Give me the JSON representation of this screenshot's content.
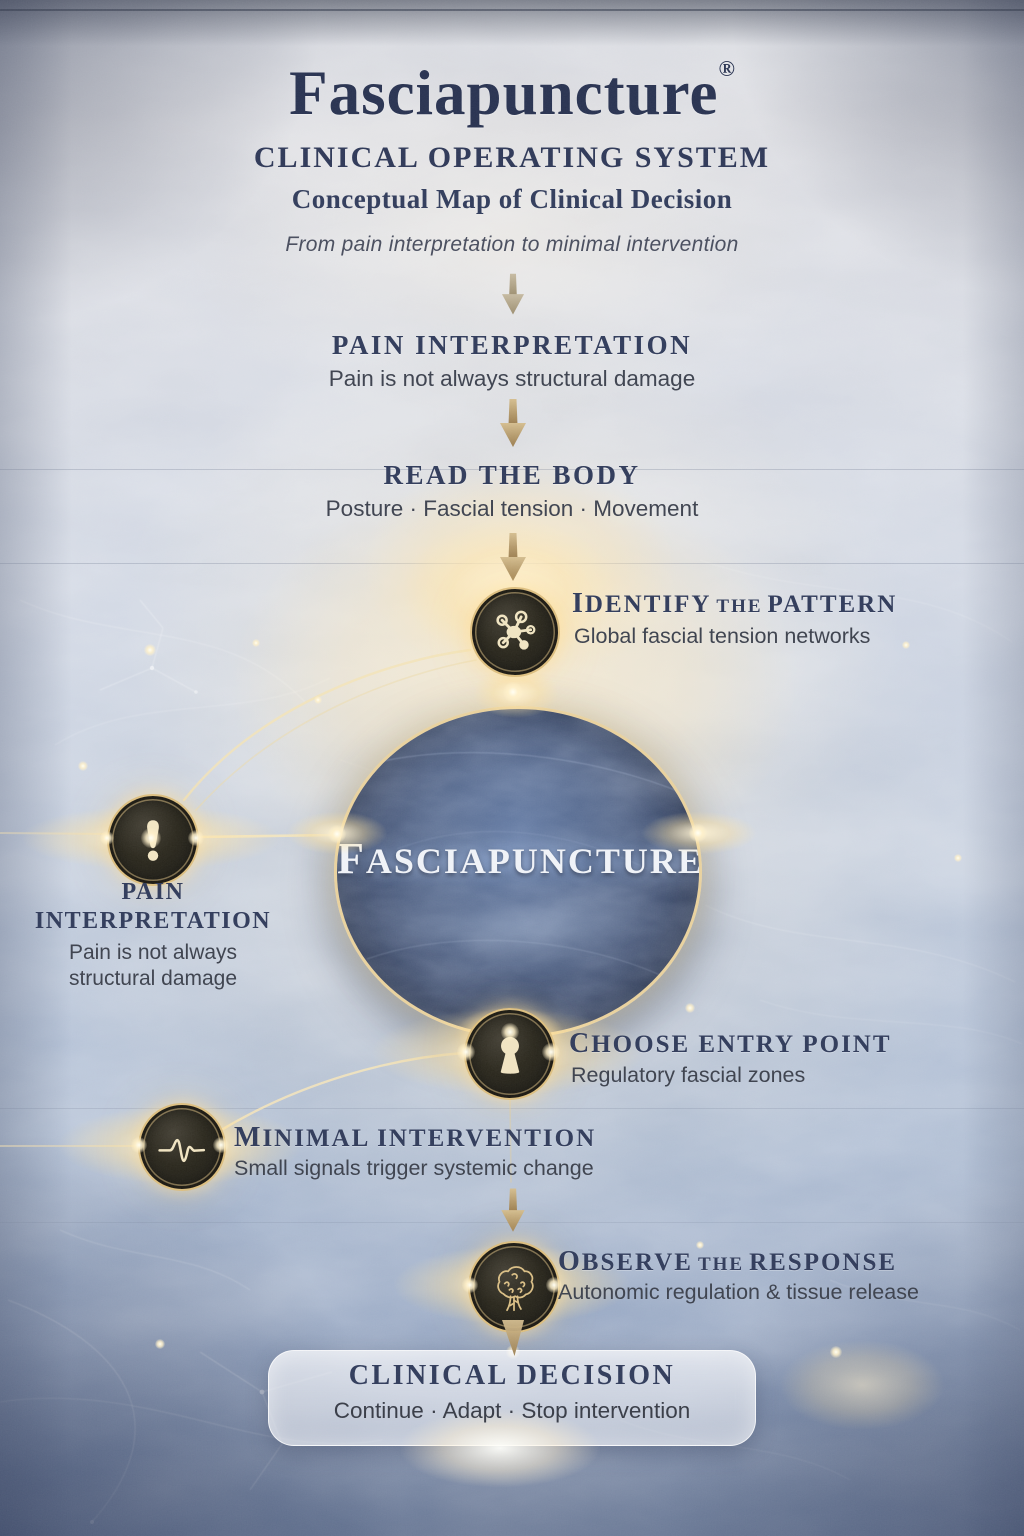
{
  "header": {
    "title": "Fasciapuncture",
    "registered_mark": "®",
    "subtitle": "CLINICAL OPERATING SYSTEM",
    "tagline": "Conceptual Map of Clinical Decision",
    "description": "From pain interpretation to minimal intervention"
  },
  "flow": {
    "step1": {
      "title": "PAIN INTERPRETATION",
      "subtitle": "Pain is not always structural damage"
    },
    "step2": {
      "title": "READ THE BODY",
      "subtitle": "Posture · Fascial tension · Movement"
    }
  },
  "center": {
    "label": "FASCIAPUNCTURE"
  },
  "satellites": {
    "identify": {
      "icon": "network-icon",
      "title_parts": [
        "IDENTIFY",
        "THE",
        "PATTERN"
      ],
      "subtitle": "Global fascial tension networks"
    },
    "pain": {
      "icon": "exclamation-icon",
      "title": "PAIN INTERPRETATION",
      "subtitle": "Pain is not always structural damage"
    },
    "entry": {
      "icon": "keyhole-icon",
      "title": "CHOOSE ENTRY POINT",
      "subtitle": "Regulatory fascial zones"
    },
    "minimal": {
      "icon": "pulse-icon",
      "title": "MINIMAL INTERVENTION",
      "subtitle": "Small signals trigger systemic change"
    },
    "observe": {
      "icon": "brain-icon",
      "title_parts": [
        "OBSERVE",
        "THE",
        "RESPONSE"
      ],
      "subtitle": "Autonomic regulation & tissue release"
    }
  },
  "decision": {
    "title": "CLINICAL DECISION",
    "subtitle": "Continue · Adapt · Stop intervention"
  },
  "colors": {
    "navy_heading": "#2c3757",
    "title_navy": "#242e4d",
    "body_text": "#393e4b",
    "gold_ring": "#dcbd7c",
    "gold_bright": "#ffe9b0",
    "arrow_tan": "#c3ab7c",
    "node_fill": "#26241b",
    "circle_deep": "#1c2a49",
    "center_label": "#eff2f7",
    "box_bg": "#e9ecf2"
  }
}
